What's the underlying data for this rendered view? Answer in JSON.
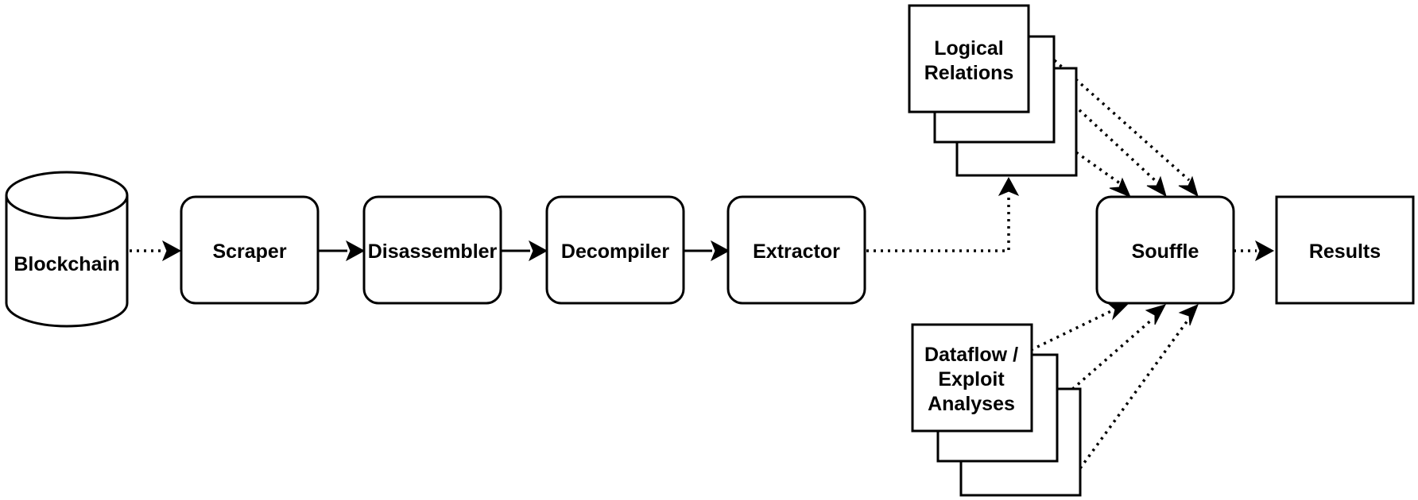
{
  "diagram": {
    "nodes": {
      "blockchain": {
        "label": "Blockchain",
        "shape": "cylinder"
      },
      "scraper": {
        "label": "Scraper",
        "shape": "rounded-rect"
      },
      "disassembler": {
        "label": "Disassembler",
        "shape": "rounded-rect"
      },
      "decompiler": {
        "label": "Decompiler",
        "shape": "rounded-rect"
      },
      "extractor": {
        "label": "Extractor",
        "shape": "rounded-rect"
      },
      "logical_relations": {
        "label_lines": [
          "Logical",
          "Relations"
        ],
        "shape": "stacked-documents"
      },
      "dataflow_analyses": {
        "label_lines": [
          "Dataflow /",
          "Exploit",
          "Analyses"
        ],
        "shape": "stacked-documents"
      },
      "souffle": {
        "label": "Souffle",
        "shape": "rounded-rect"
      },
      "results": {
        "label": "Results",
        "shape": "rect"
      }
    },
    "edges": [
      {
        "from": "blockchain",
        "to": "scraper",
        "style": "dotted"
      },
      {
        "from": "scraper",
        "to": "disassembler",
        "style": "solid"
      },
      {
        "from": "disassembler",
        "to": "decompiler",
        "style": "solid"
      },
      {
        "from": "decompiler",
        "to": "extractor",
        "style": "solid"
      },
      {
        "from": "extractor",
        "to": "logical_relations",
        "style": "dotted"
      },
      {
        "from": "logical_relations",
        "to": "souffle",
        "style": "dotted",
        "count": 3
      },
      {
        "from": "dataflow_analyses",
        "to": "souffle",
        "style": "dotted",
        "count": 3
      },
      {
        "from": "souffle",
        "to": "results",
        "style": "dotted"
      }
    ],
    "colors": {
      "stroke": "#000000",
      "fill": "#ffffff",
      "background": "#ffffff"
    }
  }
}
